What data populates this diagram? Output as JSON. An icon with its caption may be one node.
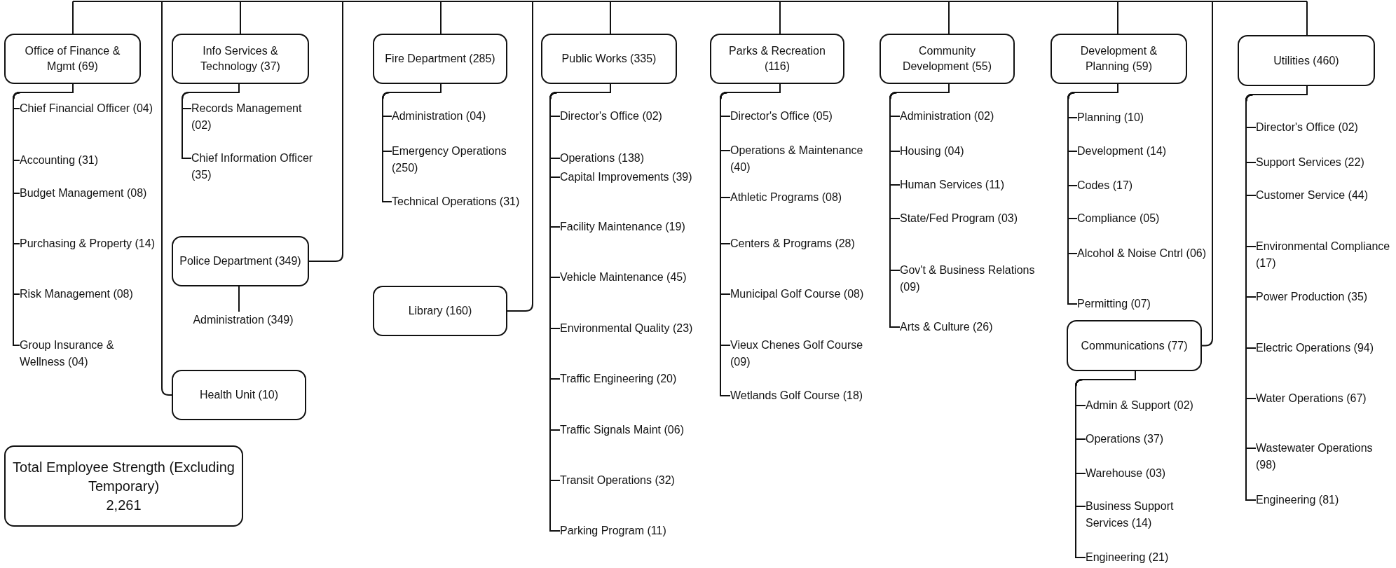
{
  "diagram": {
    "nodes": [
      {
        "text": [
          "Office of Finance & Mgmt (69)"
        ]
      },
      {
        "text": [
          "Chief Financial Officer (04)"
        ]
      },
      {
        "text": [
          "Accounting (31)"
        ]
      },
      {
        "text": [
          "Budget Management (08)"
        ]
      },
      {
        "text": [
          "Purchasing & Property (14)"
        ]
      },
      {
        "text": [
          "Risk Management (08)"
        ]
      },
      {
        "text": [
          "Group Insurance & Wellness (04)"
        ]
      },
      {
        "text": [
          "Info Services & Technology (37)"
        ]
      },
      {
        "text": [
          "Records Management (02)"
        ]
      },
      {
        "text": [
          "Chief Information Officer (35)"
        ]
      },
      {
        "text": [
          "Police Department (349)"
        ]
      },
      {
        "text": [
          "Administration (349)"
        ]
      },
      {
        "text": [
          "Health Unit (10)"
        ]
      },
      {
        "text": [
          "Total Employee Strength (Excluding Temporary)",
          "2,261"
        ]
      },
      {
        "text": [
          "Fire Department (285)"
        ]
      },
      {
        "text": [
          "Administration (04)"
        ]
      },
      {
        "text": [
          "Emergency Operations (250)"
        ]
      },
      {
        "text": [
          "Technical Operations (31)"
        ]
      },
      {
        "text": [
          "Library (160)"
        ]
      },
      {
        "text": [
          "Public Works (335)"
        ]
      },
      {
        "text": [
          "Director's Office (02)"
        ]
      },
      {
        "text": [
          "Operations (138)"
        ]
      },
      {
        "text": [
          "Capital Improvements (39)"
        ]
      },
      {
        "text": [
          "Facility Maintenance (19)"
        ]
      },
      {
        "text": [
          "Vehicle Maintenance (45)"
        ]
      },
      {
        "text": [
          "Environmental Quality (23)"
        ]
      },
      {
        "text": [
          "Traffic Engineering (20)"
        ]
      },
      {
        "text": [
          "Traffic Signals Maint (06)"
        ]
      },
      {
        "text": [
          "Transit Operations (32)"
        ]
      },
      {
        "text": [
          "Parking Program (11)"
        ]
      },
      {
        "text": [
          "Parks & Recreation (116)"
        ]
      },
      {
        "text": [
          "Director's Office (05)"
        ]
      },
      {
        "text": [
          "Operations & Maintenance (40)"
        ]
      },
      {
        "text": [
          "Athletic Programs (08)"
        ]
      },
      {
        "text": [
          "Centers & Programs (28)"
        ]
      },
      {
        "text": [
          "Municipal Golf Course (08)"
        ]
      },
      {
        "text": [
          "Vieux Chenes Golf Course (09)"
        ]
      },
      {
        "text": [
          "Wetlands Golf Course (18)"
        ]
      },
      {
        "text": [
          "Community Development (55)"
        ]
      },
      {
        "text": [
          "Administration (02)"
        ]
      },
      {
        "text": [
          "Housing (04)"
        ]
      },
      {
        "text": [
          "Human Services (11)"
        ]
      },
      {
        "text": [
          "State/Fed Program (03)"
        ]
      },
      {
        "text": [
          "Gov't & Business Relations (09)"
        ]
      },
      {
        "text": [
          "Arts & Culture (26)"
        ]
      },
      {
        "text": [
          "Development & Planning (59)"
        ]
      },
      {
        "text": [
          "Planning (10)"
        ]
      },
      {
        "text": [
          "Development (14)"
        ]
      },
      {
        "text": [
          "Codes (17)"
        ]
      },
      {
        "text": [
          "Compliance (05)"
        ]
      },
      {
        "text": [
          "Alcohol & Noise Cntrl (06)"
        ]
      },
      {
        "text": [
          "Permitting (07)"
        ]
      },
      {
        "text": [
          "Communications (77)"
        ]
      },
      {
        "text": [
          "Admin & Support (02)"
        ]
      },
      {
        "text": [
          "Operations (37)"
        ]
      },
      {
        "text": [
          "Warehouse (03)"
        ]
      },
      {
        "text": [
          "Business Support Services (14)"
        ]
      },
      {
        "text": [
          "Engineering (21)"
        ]
      },
      {
        "text": [
          "Utilities (460)"
        ]
      },
      {
        "text": [
          "Director's Office (02)"
        ]
      },
      {
        "text": [
          "Support Services (22)"
        ]
      },
      {
        "text": [
          "Customer Service (44)"
        ]
      },
      {
        "text": [
          "Environmental Compliance (17)"
        ]
      },
      {
        "text": [
          "Power Production (35)"
        ]
      },
      {
        "text": [
          "Electric Operations (94)"
        ]
      },
      {
        "text": [
          "Water Operations (67)"
        ]
      },
      {
        "text": [
          "Wastewater Operations (98)"
        ]
      },
      {
        "text": [
          "Engineering (81)"
        ]
      }
    ],
    "edges": [
      {
        "from": null,
        "to": 0,
        "arrow": "none"
      },
      {
        "from": null,
        "to": 7,
        "arrow": "none"
      },
      {
        "from": null,
        "to": 10,
        "arrow": "none"
      },
      {
        "from": null,
        "to": 12,
        "arrow": "none"
      },
      {
        "from": null,
        "to": 14,
        "arrow": "none"
      },
      {
        "from": null,
        "to": 18,
        "arrow": "none"
      },
      {
        "from": null,
        "to": 19,
        "arrow": "none"
      },
      {
        "from": null,
        "to": 30,
        "arrow": "none"
      },
      {
        "from": null,
        "to": 38,
        "arrow": "none"
      },
      {
        "from": null,
        "to": 45,
        "arrow": "none"
      },
      {
        "from": null,
        "to": 52,
        "arrow": "none"
      },
      {
        "from": null,
        "to": 58,
        "arrow": "none"
      },
      {
        "from": 0,
        "to": 1,
        "arrow": "none"
      },
      {
        "from": 0,
        "to": 2,
        "arrow": "none"
      },
      {
        "from": 0,
        "to": 3,
        "arrow": "none"
      },
      {
        "from": 0,
        "to": 4,
        "arrow": "none"
      },
      {
        "from": 0,
        "to": 5,
        "arrow": "none"
      },
      {
        "from": 0,
        "to": 6,
        "arrow": "none"
      },
      {
        "from": 7,
        "to": 8,
        "arrow": "none"
      },
      {
        "from": 7,
        "to": 9,
        "arrow": "none"
      },
      {
        "from": 10,
        "to": 11,
        "arrow": "none"
      },
      {
        "from": 14,
        "to": 15,
        "arrow": "none"
      },
      {
        "from": 14,
        "to": 16,
        "arrow": "none"
      },
      {
        "from": 14,
        "to": 17,
        "arrow": "none"
      },
      {
        "from": 19,
        "to": 20,
        "arrow": "none"
      },
      {
        "from": 19,
        "to": 21,
        "arrow": "none"
      },
      {
        "from": 19,
        "to": 22,
        "arrow": "none"
      },
      {
        "from": 19,
        "to": 23,
        "arrow": "none"
      },
      {
        "from": 19,
        "to": 24,
        "arrow": "none"
      },
      {
        "from": 19,
        "to": 25,
        "arrow": "none"
      },
      {
        "from": 19,
        "to": 26,
        "arrow": "none"
      },
      {
        "from": 19,
        "to": 27,
        "arrow": "none"
      },
      {
        "from": 19,
        "to": 28,
        "arrow": "none"
      },
      {
        "from": 19,
        "to": 29,
        "arrow": "none"
      },
      {
        "from": 30,
        "to": 31,
        "arrow": "none"
      },
      {
        "from": 30,
        "to": 32,
        "arrow": "none"
      },
      {
        "from": 30,
        "to": 33,
        "arrow": "none"
      },
      {
        "from": 30,
        "to": 34,
        "arrow": "none"
      },
      {
        "from": 30,
        "to": 35,
        "arrow": "none"
      },
      {
        "from": 30,
        "to": 36,
        "arrow": "none"
      },
      {
        "from": 30,
        "to": 37,
        "arrow": "none"
      },
      {
        "from": 38,
        "to": 39,
        "arrow": "none"
      },
      {
        "from": 38,
        "to": 40,
        "arrow": "none"
      },
      {
        "from": 38,
        "to": 41,
        "arrow": "none"
      },
      {
        "from": 38,
        "to": 42,
        "arrow": "none"
      },
      {
        "from": 38,
        "to": 43,
        "arrow": "none"
      },
      {
        "from": 38,
        "to": 44,
        "arrow": "none"
      },
      {
        "from": 45,
        "to": 46,
        "arrow": "none"
      },
      {
        "from": 45,
        "to": 47,
        "arrow": "none"
      },
      {
        "from": 45,
        "to": 48,
        "arrow": "none"
      },
      {
        "from": 45,
        "to": 49,
        "arrow": "none"
      },
      {
        "from": 45,
        "to": 50,
        "arrow": "none"
      },
      {
        "from": 45,
        "to": 51,
        "arrow": "none"
      },
      {
        "from": 52,
        "to": 53,
        "arrow": "none"
      },
      {
        "from": 52,
        "to": 54,
        "arrow": "none"
      },
      {
        "from": 52,
        "to": 55,
        "arrow": "none"
      },
      {
        "from": 52,
        "to": 56,
        "arrow": "none"
      },
      {
        "from": 52,
        "to": 57,
        "arrow": "none"
      },
      {
        "from": 58,
        "to": 59,
        "arrow": "none"
      },
      {
        "from": 58,
        "to": 60,
        "arrow": "none"
      },
      {
        "from": 58,
        "to": 61,
        "arrow": "none"
      },
      {
        "from": 58,
        "to": 62,
        "arrow": "none"
      },
      {
        "from": 58,
        "to": 63,
        "arrow": "none"
      },
      {
        "from": 58,
        "to": 64,
        "arrow": "none"
      },
      {
        "from": 58,
        "to": 65,
        "arrow": "none"
      },
      {
        "from": 58,
        "to": 66,
        "arrow": "none"
      },
      {
        "from": 58,
        "to": 67,
        "arrow": "none"
      }
    ]
  }
}
